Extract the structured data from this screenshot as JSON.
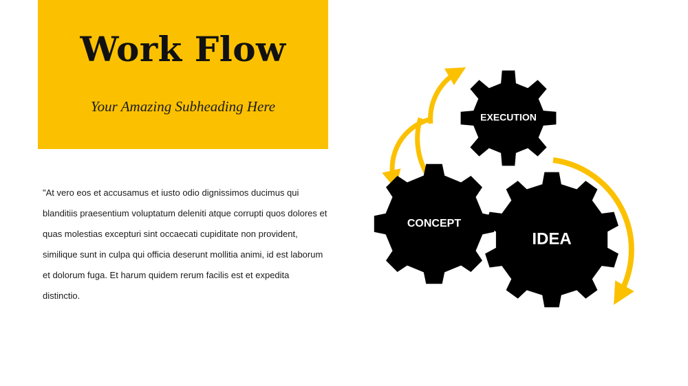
{
  "header": {
    "title": "Work Flow",
    "subtitle": "Your Amazing Subheading Here"
  },
  "body": {
    "paragraph": "\"At vero eos et accusamus et iusto odio dignissimos ducimus qui blanditiis praesentium voluptatum deleniti atque corrupti quos dolores et quas molestias excepturi sint occaecati cupiditate non provident, similique sunt in culpa qui officia deserunt mollitia animi, id est laborum et dolorum fuga. Et harum quidem rerum facilis est et expedita distinctio."
  },
  "diagram": {
    "gears": [
      {
        "id": "execution",
        "label": "EXECUTION"
      },
      {
        "id": "concept",
        "label": "CONCEPT"
      },
      {
        "id": "idea",
        "label": "IDEA"
      }
    ],
    "arrow_color": "#FBC100",
    "gear_color": "#000000"
  },
  "colors": {
    "accent": "#FBC100",
    "text": "#111111",
    "background": "#FFFFFF"
  }
}
